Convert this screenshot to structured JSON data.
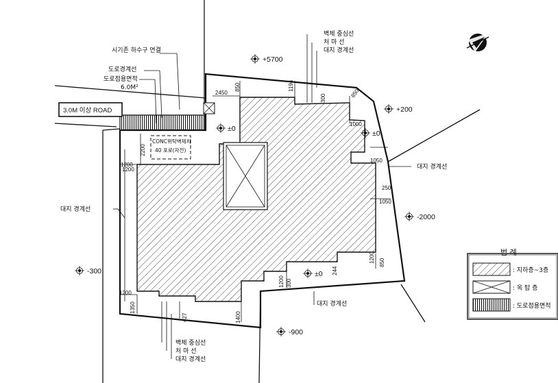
{
  "labels": {
    "sewer": "시기존 하수구 연결",
    "road_boundary": "도로경계선",
    "road_area": "도로점용면적",
    "road_area_value": "6.0M²",
    "road_name": "3.0M 이상 ROAD",
    "conc_line1": "CONC위탁벽제치",
    "conc_line2": "40 포로(자전)",
    "wall_center_top": "벽체 중심선",
    "eave_top": "처 마 선",
    "site_boundary_top": "대지 경계선",
    "site_boundary_right": "대지 경계선",
    "site_boundary_left": "대지 경계선",
    "site_boundary_bottom": "대지 경계선",
    "wall_center_bottom": "벽체 중심선",
    "eave_bottom": "처 마 선",
    "site_boundary_bottom2": "대지 경계선"
  },
  "elevations": {
    "e1": "+5700",
    "e2": "+200",
    "e3": "±0",
    "e4": "±0",
    "e5": "-2000",
    "e6": "-300",
    "e7": "±0",
    "e8": "-900"
  },
  "dimensions": {
    "d2450": "2450",
    "d850": "850",
    "d1194": "1194",
    "d300": "300",
    "d1000": "1000",
    "d850b": "850",
    "d1050": "1050",
    "d250": "250",
    "d1050b": "1050",
    "d2200": "2200",
    "d1200a": "1200",
    "d1200b": "1200",
    "d1200c": "1200",
    "d850c": "850",
    "d1200d": "1200",
    "d300b": "300",
    "d244": "244",
    "d1200e": "1200",
    "d1350": "1350",
    "d427": "427",
    "d1400": "1400"
  },
  "legend": {
    "title": "범  례",
    "item1": ": 지하층~3층",
    "item2": ": 옥 탑 층",
    "item3": ": 도로점용면적"
  },
  "colors": {
    "ink": "#111111",
    "paper": "#ffffff"
  },
  "icons": {
    "north": "north-arrow-icon",
    "elevation": "elevation-marker-icon"
  }
}
